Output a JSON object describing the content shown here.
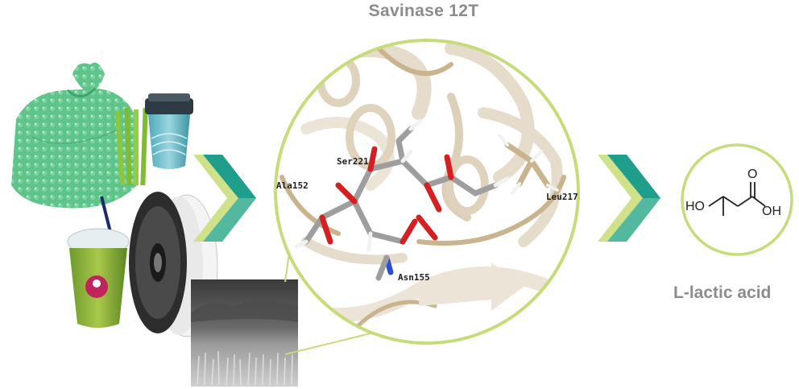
{
  "enzyme": {
    "title": "Savinase 12T",
    "residues": {
      "ser": "Ser221",
      "ala": "Ala152",
      "leu": "Leu217",
      "asn": "Asn155"
    }
  },
  "product": {
    "name": "L-lactic acid",
    "atoms": {
      "o": "O",
      "ho": "HO",
      "oh": "OH"
    }
  },
  "colors": {
    "circle_border": "#c6dc7a",
    "arrow_light": "#cfe28a",
    "arrow_mid": "#52b8a0",
    "arrow_dark": "#1f9e8c",
    "ribbon": "#e6dccb",
    "ribbon_dark": "#c9b48e",
    "oxygen": "#d42020",
    "nitrogen": "#2a4fd6",
    "carbon": "#9e9e9e",
    "hydrogen": "#f2f2f2"
  },
  "icons": [
    "plastic-bag-icon",
    "straws-icon",
    "coffee-cup-icon",
    "smoothie-cup-icon",
    "filament-spool-icon",
    "sem-micrograph-image"
  ]
}
